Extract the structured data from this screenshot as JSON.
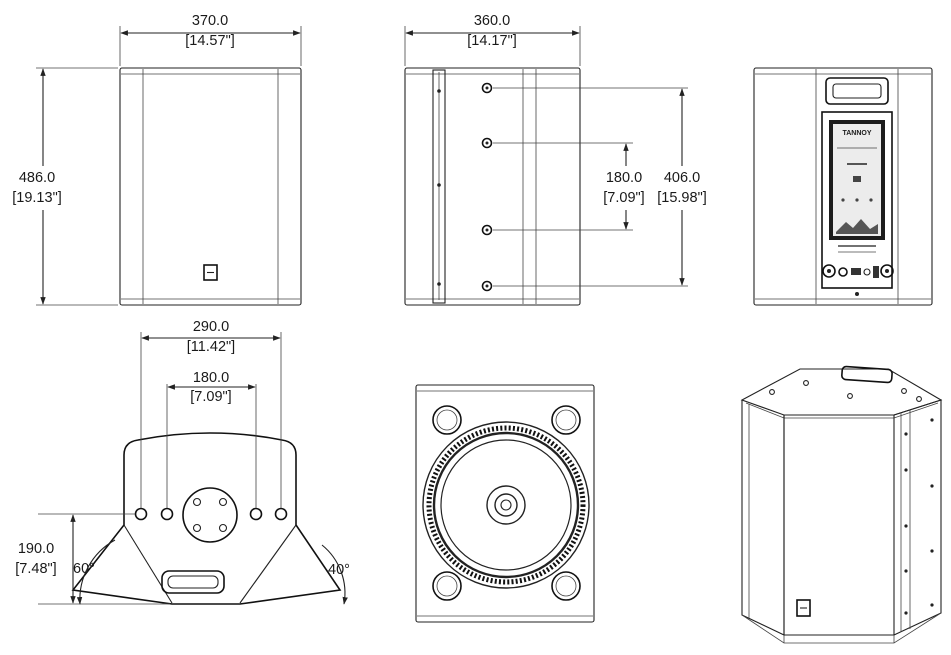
{
  "front_view": {
    "width_mm": "370.0",
    "width_in": "[14.57\"]",
    "height_mm": "486.0",
    "height_in": "[19.13\"]"
  },
  "side_view": {
    "depth_mm": "360.0",
    "depth_in": "[14.17\"]",
    "inner_spacing_mm": "180.0",
    "inner_spacing_in": "[7.09\"]",
    "outer_spacing_mm": "406.0",
    "outer_spacing_in": "[15.98\"]"
  },
  "rear_view": {
    "brand": "TANNOY"
  },
  "yoke_view": {
    "outer_span_mm": "290.0",
    "outer_span_in": "[11.42\"]",
    "inner_span_mm": "180.0",
    "inner_span_in": "[7.09\"]",
    "height_mm": "190.0",
    "height_in": "[7.48\"]",
    "left_angle": "60°",
    "right_angle": "40°"
  },
  "colors": {
    "line": "#222222",
    "background": "#ffffff"
  }
}
